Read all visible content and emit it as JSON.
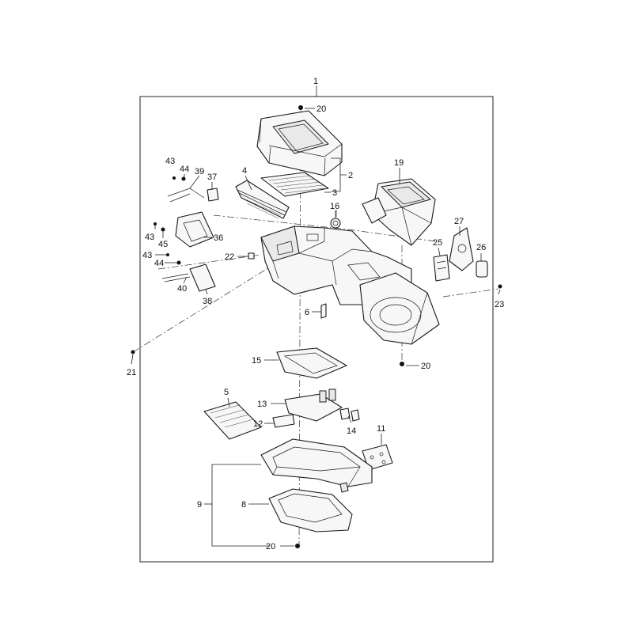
{
  "diagram": {
    "callouts": {
      "c1": "1",
      "c2": "2",
      "c3": "3",
      "c4": "4",
      "c5": "5",
      "c6": "6",
      "c8": "8",
      "c9": "9",
      "c11": "11",
      "c12": "12",
      "c13": "13",
      "c14": "14",
      "c15": "15",
      "c16": "16",
      "c19": "19",
      "c20a": "20",
      "c20b": "20",
      "c20c": "20",
      "c21": "21",
      "c22": "22",
      "c23": "23",
      "c25": "25",
      "c26": "26",
      "c27": "27",
      "c36": "36",
      "c37": "37",
      "c38": "38",
      "c39": "39",
      "c40": "40",
      "c43a": "43",
      "c43b": "43",
      "c43c": "43",
      "c44a": "44",
      "c44b": "44",
      "c45": "45"
    }
  }
}
